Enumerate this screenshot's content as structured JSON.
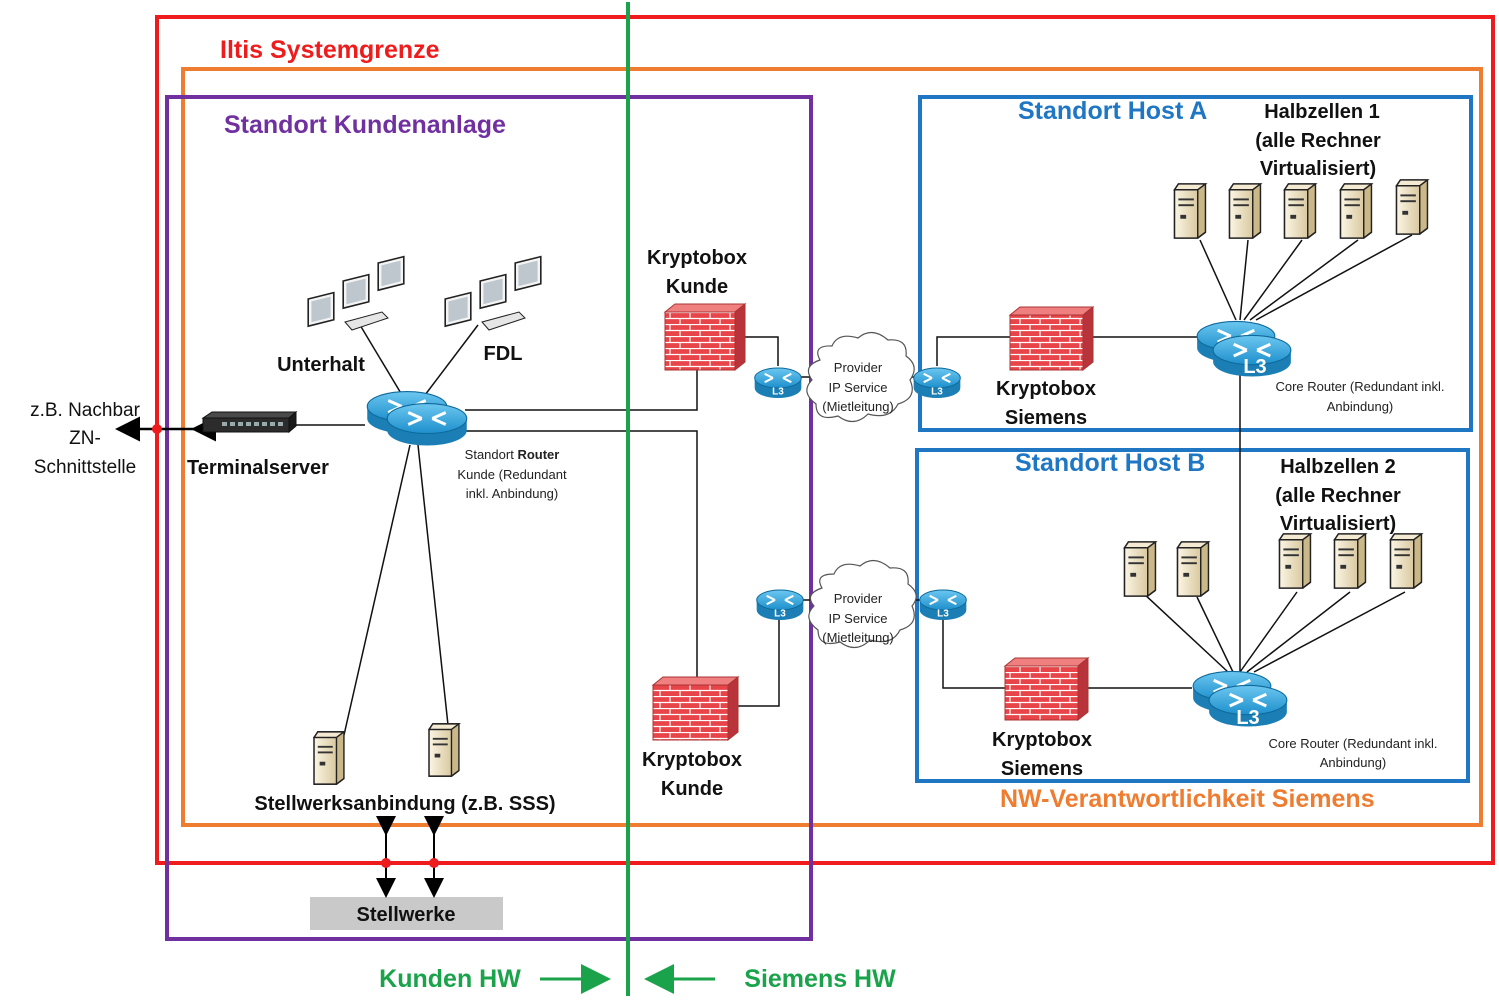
{
  "colors": {
    "system_boundary": "#ee1c1c",
    "nw_responsibility": "#ee7d31",
    "customer_site": "#7030a0",
    "host_site": "#1f77c4",
    "hw_divider": "#1aa34a",
    "router": "#2a9fd6",
    "firewall": "#e8454a",
    "server": "#efe4c8"
  },
  "labels": {
    "system_boundary": "Iltis Systemgrenze",
    "customer_site": "Standort Kundenanlage",
    "host_a": "Standort Host A",
    "host_b": "Standort Host B",
    "nw_responsibility": "NW-Verantwortlichkeit Siemens",
    "halfcells_1": [
      "Halbzellen 1",
      "(alle Rechner",
      "Virtualisiert)"
    ],
    "halfcells_2": [
      "Halbzellen 2",
      "(alle Rechner",
      "Virtualisiert)"
    ],
    "unterhalt": "Unterhalt",
    "fdl": "FDL",
    "terminalserver": "Terminalserver",
    "neighbor_interface": [
      "z.B. Nachbar",
      "ZN-",
      "Schnittstelle"
    ],
    "site_router_line1_a": "Standort ",
    "site_router_line1_b": "Router",
    "site_router_rest": [
      "Kunde (Redundant",
      "inkl. Anbindung)"
    ],
    "kryptobox_kunde_top": [
      "Kryptobox",
      "Kunde"
    ],
    "kryptobox_kunde_bottom": [
      "Kryptobox",
      "Kunde"
    ],
    "kryptobox_siemens_a": [
      "Kryptobox",
      "Siemens"
    ],
    "kryptobox_siemens_b": [
      "Kryptobox",
      "Siemens"
    ],
    "provider_cloud": [
      "Provider",
      "IP Service",
      "(Mietleitung)"
    ],
    "core_router_a": [
      "Core Router (Redundant inkl.",
      "Anbindung)"
    ],
    "core_router_b": [
      "Core Router (Redundant inkl.",
      "Anbindung)"
    ],
    "l3": "L3",
    "signal_box_connection": "Stellwerksanbindung (z.B. SSS)",
    "signal_boxes": "Stellwerke",
    "customer_hw": "Kunden HW",
    "siemens_hw": "Siemens HW"
  }
}
